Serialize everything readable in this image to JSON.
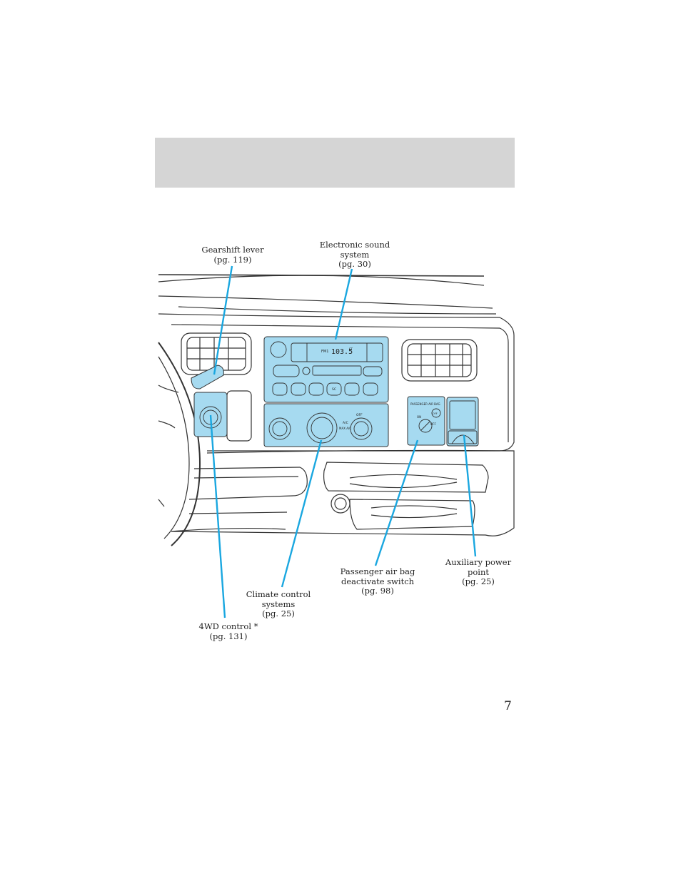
{
  "header": {
    "band_color": "#d5d5d5"
  },
  "callouts": [
    {
      "id": "gearshift",
      "lines": [
        "Gearshift lever",
        "(pg. 119)"
      ]
    },
    {
      "id": "sound",
      "lines": [
        "Electronic sound",
        "system",
        "(pg. 30)"
      ]
    },
    {
      "id": "airbag",
      "lines": [
        "Passenger air bag",
        "deactivate switch",
        "(pg. 98)"
      ]
    },
    {
      "id": "power",
      "lines": [
        "Auxiliary power",
        "point",
        "(pg. 25)"
      ]
    },
    {
      "id": "climate",
      "lines": [
        "Climate control",
        "systems",
        "(pg. 25)"
      ]
    },
    {
      "id": "fourwd",
      "lines": [
        "4WD control *",
        "(pg. 131)"
      ]
    }
  ],
  "radio": {
    "frequency": "103.5",
    "band": "FM1",
    "unit": "ST",
    "preset_label": "SC"
  },
  "climate_panel": {
    "ac_label": "A/C",
    "max_ac_label": "MAX A/C",
    "off_label": "OFF"
  },
  "airbag_panel": {
    "title": "PASSENGER AIR BAG",
    "on_label": "ON",
    "off_label": "OFF",
    "off_lamp": "OFF"
  },
  "colors": {
    "highlight": "#a6daf0",
    "callout_line": "#1aa7e0",
    "outline": "#333333"
  },
  "page_number": "7"
}
